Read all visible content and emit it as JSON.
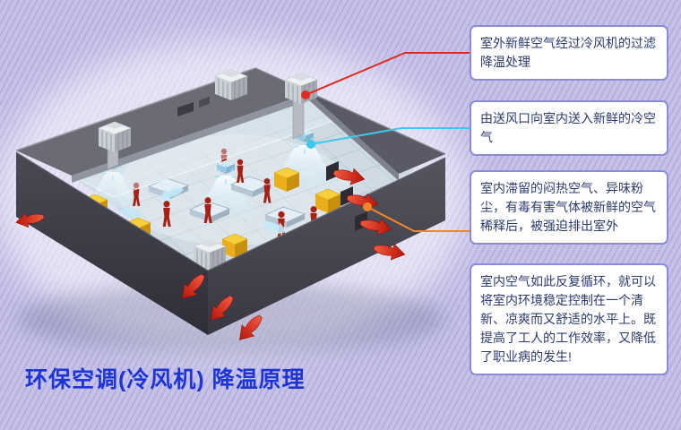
{
  "page": {
    "title": "环保空调(冷风机) 降温原理",
    "title_color": "#1e35d6",
    "background_color": "#c6c2e7"
  },
  "callout_style": {
    "background": "#ffffff",
    "border_color": "#8b8bd6",
    "text_color": "#2c3a6e"
  },
  "callouts": [
    {
      "text": "室外新鲜空气经过冷风机的过滤降温处理",
      "connector_color": "#e02a20",
      "points_to": "rooftop-cooling-unit"
    },
    {
      "text": "由送风口向室内送入新鲜的冷空气",
      "connector_color": "#3cc8ec",
      "points_to": "air-supply-diffuser"
    },
    {
      "text": "室内滞留的闷热空气、异味粉尘，有毒有害气体被新鲜的空气稀释后，被强迫排出室外",
      "connector_color": "#f08828",
      "points_to": "exhaust-vents"
    },
    {
      "text": "室内空气如此反复循环，就可以将室内环境稳定控制在一个清新、凉爽而又舒适的水平上。既提高了工人的工作效率，又降低了职业病的发生!"
    }
  ],
  "illustration": {
    "description": "isometric factory building showing evaporative cooler airflow",
    "fresh_air_color": "#8ae8ff",
    "exhaust_air_color": "#d81f10",
    "worker_color": "#a81f14",
    "machine_color": "#f0b81e"
  }
}
